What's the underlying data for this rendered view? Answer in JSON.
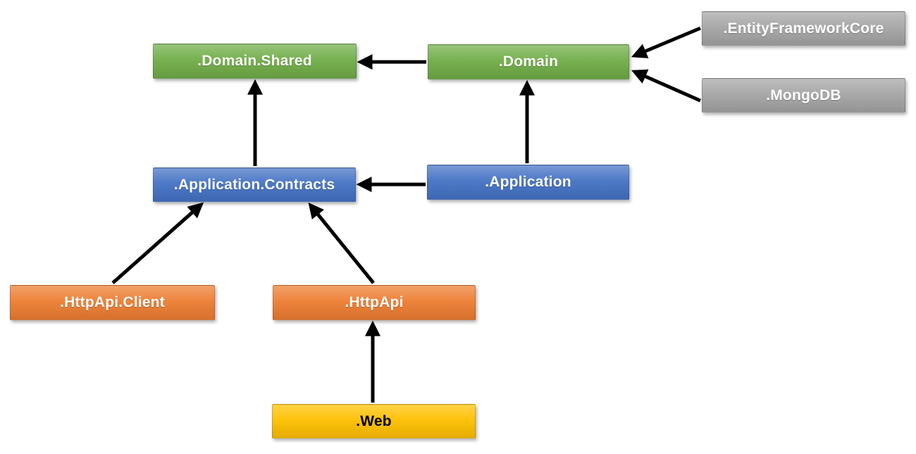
{
  "diagram": {
    "type": "dependency-diagram",
    "nodes": [
      {
        "id": "domain-shared",
        "label": ".Domain.Shared",
        "color_key": "green"
      },
      {
        "id": "domain",
        "label": ".Domain",
        "color_key": "green"
      },
      {
        "id": "entity-framework-core",
        "label": ".EntityFrameworkCore",
        "color_key": "gray"
      },
      {
        "id": "mongodb",
        "label": ".MongoDB",
        "color_key": "gray"
      },
      {
        "id": "application-contracts",
        "label": ".Application.Contracts",
        "color_key": "blue"
      },
      {
        "id": "application",
        "label": ".Application",
        "color_key": "blue"
      },
      {
        "id": "httpapi-client",
        "label": ".HttpApi.Client",
        "color_key": "orange"
      },
      {
        "id": "httpapi",
        "label": ".HttpApi",
        "color_key": "orange"
      },
      {
        "id": "web",
        "label": ".Web",
        "color_key": "yellow"
      }
    ],
    "edges": [
      {
        "from": "domain",
        "to": "domain-shared"
      },
      {
        "from": "entity-framework-core",
        "to": "domain"
      },
      {
        "from": "mongodb",
        "to": "domain"
      },
      {
        "from": "application-contracts",
        "to": "domain-shared"
      },
      {
        "from": "application",
        "to": "domain"
      },
      {
        "from": "application",
        "to": "application-contracts"
      },
      {
        "from": "httpapi-client",
        "to": "application-contracts"
      },
      {
        "from": "httpapi",
        "to": "application-contracts"
      },
      {
        "from": "web",
        "to": "httpapi"
      }
    ],
    "colors": {
      "green": "#70AD47",
      "blue": "#4472C4",
      "gray": "#A5A5A5",
      "orange": "#ED7D31",
      "yellow": "#FFC000",
      "arrow": "#000000",
      "background": "#FFFFFF",
      "text_light": "#FFFFFF",
      "text_dark": "#000000"
    }
  }
}
